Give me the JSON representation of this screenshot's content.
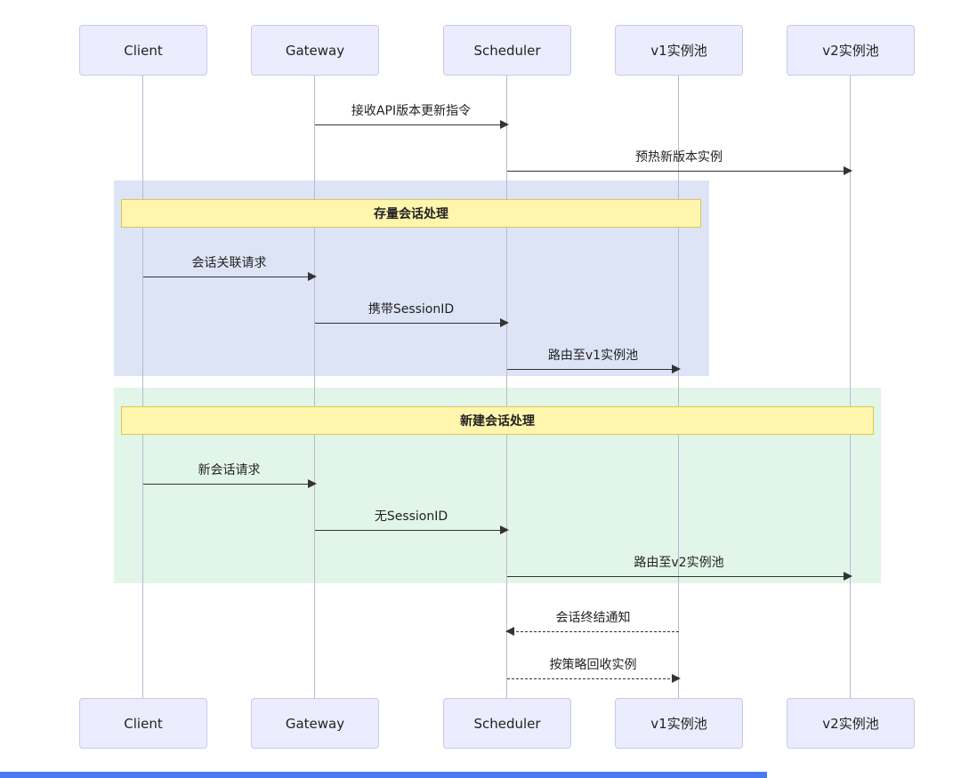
{
  "diagram": {
    "actors": [
      {
        "label": "Client"
      },
      {
        "label": "Gateway"
      },
      {
        "label": "Scheduler"
      },
      {
        "label": "v1实例池"
      },
      {
        "label": "v2实例池"
      }
    ],
    "sections": [
      {
        "title": "存量会话处理"
      },
      {
        "title": "新建会话处理"
      }
    ],
    "messages": [
      {
        "from": "Gateway",
        "to": "Scheduler",
        "label": "接收API版本更新指令",
        "style": "solid"
      },
      {
        "from": "Scheduler",
        "to": "v2实例池",
        "label": "预热新版本实例",
        "style": "solid"
      },
      {
        "from": "Client",
        "to": "Gateway",
        "label": "会话关联请求",
        "style": "solid"
      },
      {
        "from": "Gateway",
        "to": "Scheduler",
        "label": "携带SessionID",
        "style": "solid"
      },
      {
        "from": "Scheduler",
        "to": "v1实例池",
        "label": "路由至v1实例池",
        "style": "solid"
      },
      {
        "from": "Client",
        "to": "Gateway",
        "label": "新会话请求",
        "style": "solid"
      },
      {
        "from": "Gateway",
        "to": "Scheduler",
        "label": "无SessionID",
        "style": "solid"
      },
      {
        "from": "Scheduler",
        "to": "v2实例池",
        "label": "路由至v2实例池",
        "style": "solid"
      },
      {
        "from": "v1实例池",
        "to": "Scheduler",
        "label": "会话终结通知",
        "style": "dashed"
      },
      {
        "from": "Scheduler",
        "to": "v1实例池",
        "label": "按策略回收实例",
        "style": "dashed"
      }
    ],
    "colors": {
      "actor_fill": "#ECECFF",
      "actor_border": "#c9c9e8",
      "section_existing_bg": "#dde4f6",
      "section_new_bg": "#e2f5e9",
      "section_title_bg": "#FFF5AD",
      "section_title_border": "#d9c94f",
      "arrow": "#333333",
      "lifeline": "#b9b9cf",
      "bottom_bar": "#4b79f0"
    }
  }
}
